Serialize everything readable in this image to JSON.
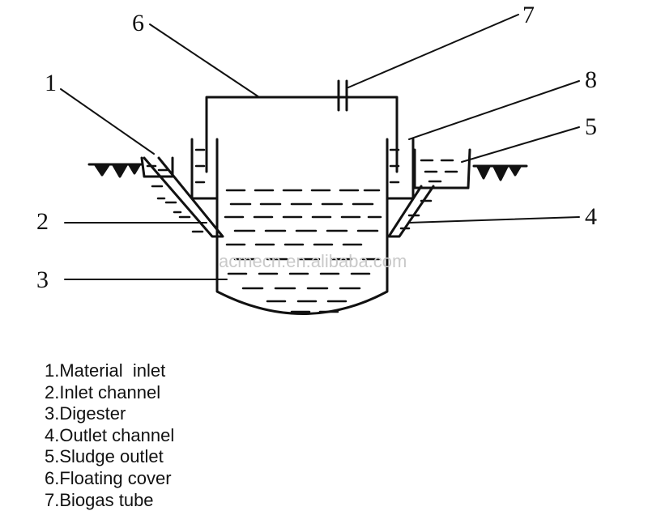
{
  "diagram": {
    "callouts": [
      "1",
      "2",
      "3",
      "4",
      "5",
      "6",
      "7",
      "8"
    ],
    "watermark": "acmecn.en.alibaba.com"
  },
  "legend": [
    "1.Material  inlet",
    "2.Inlet channel",
    "3.Digester",
    "4.Outlet channel",
    "5.Sludge outlet",
    "6.Floating cover",
    "7.Biogas tube"
  ],
  "colors": {
    "ink": "#111111",
    "watermark": "#c9c9c9",
    "background": "#ffffff"
  }
}
